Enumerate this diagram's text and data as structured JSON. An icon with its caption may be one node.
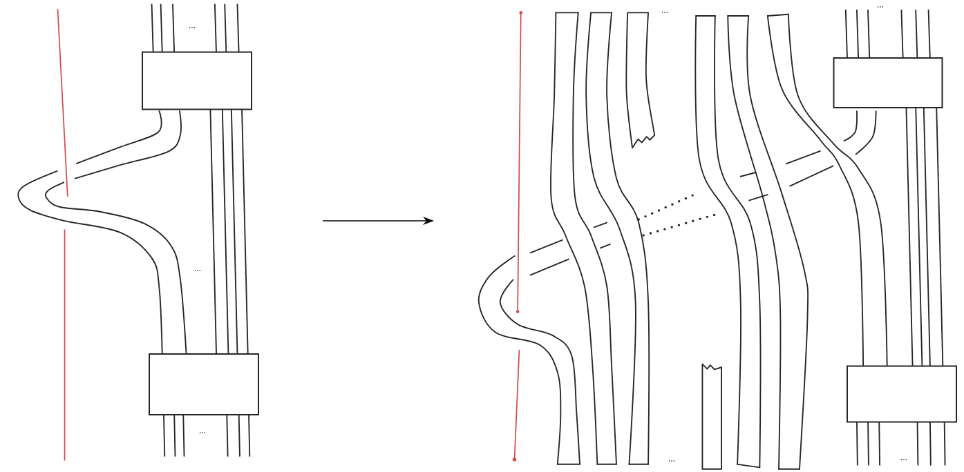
{
  "diagram": {
    "nodes": [
      {
        "text": [],
        "shape": "box"
      },
      {
        "text": [],
        "shape": "box"
      },
      {
        "text": [],
        "shape": "box"
      },
      {
        "text": [],
        "shape": "box"
      }
    ],
    "labels": [
      "...",
      "...",
      "...",
      "...",
      "...",
      "...",
      "..."
    ]
  }
}
